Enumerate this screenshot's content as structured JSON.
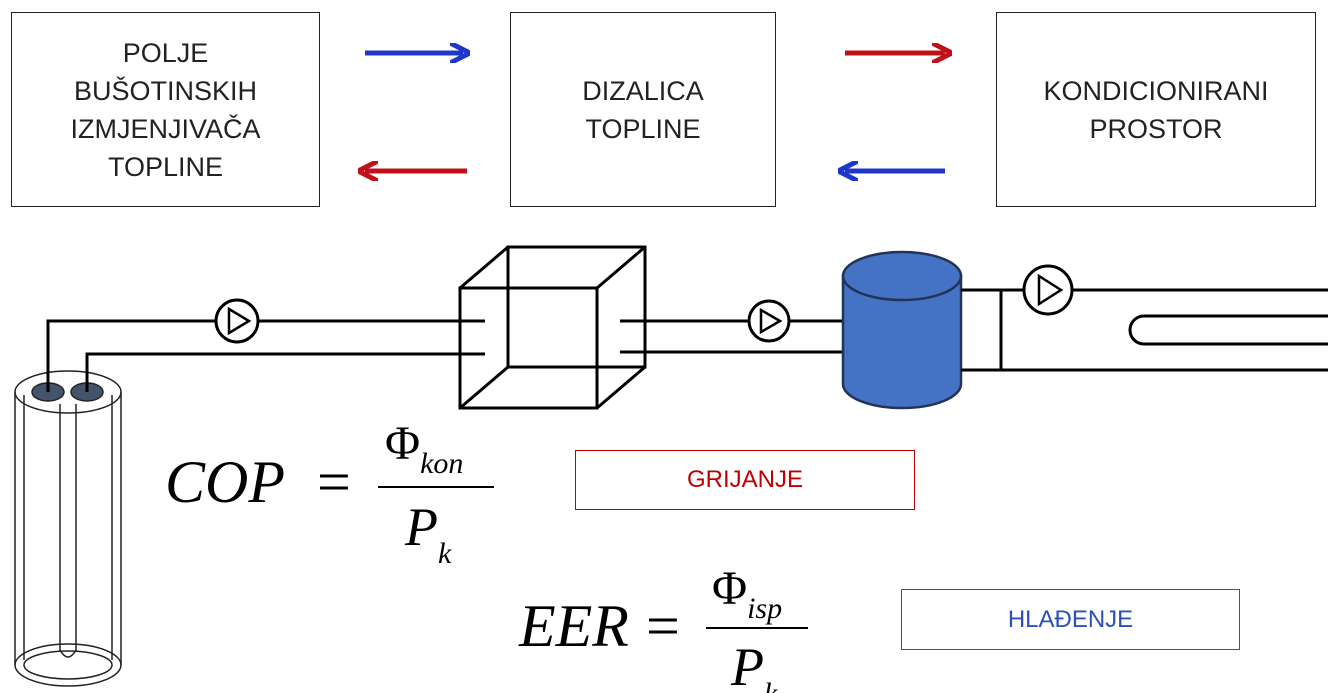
{
  "boxes": {
    "borehole_field": "POLJE\nBUŠOTINSKIH\nIZMJENJIVAČA\nTOPLINE",
    "heat_pump": "DIZALICA\nTOPLINE",
    "conditioned_space": "KONDICIONIRANI\nPROSTOR"
  },
  "modes": {
    "heating": "GRIJANJE",
    "cooling": "HLAĐENJE"
  },
  "formulas": {
    "cop": {
      "lhs": "COP",
      "equals": "=",
      "num_symbol": "Φ",
      "num_sub": "kon",
      "den_symbol": "P",
      "den_sub": "k"
    },
    "eer": {
      "lhs": "EER",
      "equals": "=",
      "num_symbol": "Φ",
      "num_sub": "isp",
      "den_symbol": "P",
      "den_sub": "k"
    }
  },
  "colors": {
    "blue_arrow": "#1f36c8",
    "red_arrow": "#c0101a",
    "tank_fill": "#4472c4",
    "borehole_dot": "#44546a",
    "heating_border": "#c00000",
    "heating_text": "#c00000",
    "cooling_border": "#2e4fb8",
    "cooling_text": "#2e4fb8"
  }
}
